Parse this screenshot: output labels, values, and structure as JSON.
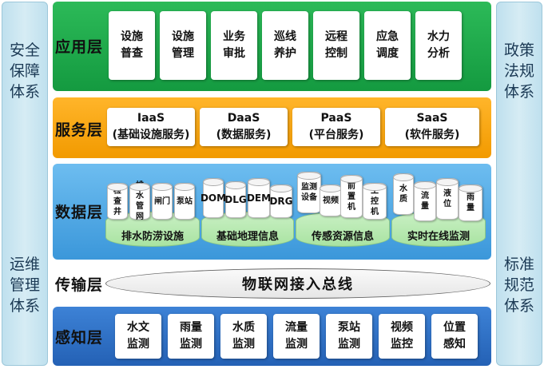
{
  "side_left": {
    "top": [
      "安",
      "全",
      "保",
      "障",
      "体",
      "系"
    ],
    "bottom": [
      "运",
      "维",
      "管",
      "理",
      "体",
      "系"
    ]
  },
  "side_right": {
    "top": [
      "政",
      "策",
      "法",
      "规",
      "体",
      "系"
    ],
    "bottom": [
      "标",
      "准",
      "规",
      "范",
      "体",
      "系"
    ]
  },
  "application": {
    "name": "应用层",
    "items": [
      {
        "l1": "设施",
        "l2": "普查"
      },
      {
        "l1": "设施",
        "l2": "管理"
      },
      {
        "l1": "业务",
        "l2": "审批"
      },
      {
        "l1": "巡线",
        "l2": "养护"
      },
      {
        "l1": "远程",
        "l2": "控制"
      },
      {
        "l1": "应急",
        "l2": "调度"
      },
      {
        "l1": "水力",
        "l2": "分析"
      }
    ]
  },
  "service": {
    "name": "服务层",
    "items": [
      {
        "l1": "IaaS",
        "l2": "(基础设施服务)"
      },
      {
        "l1": "DaaS",
        "l2": "(数据服务)"
      },
      {
        "l1": "PaaS",
        "l2": "(平台服务)"
      },
      {
        "l1": "SaaS",
        "l2": "(软件服务)"
      }
    ]
  },
  "data": {
    "name": "数据层",
    "groups": [
      {
        "label": "排水防涝设施",
        "cyls": [
          {
            "t": "检查井"
          },
          {
            "t": "排水管网"
          },
          {
            "t": "闸门"
          },
          {
            "t": "泵站"
          }
        ]
      },
      {
        "label": "基础地理信息",
        "cyls": [
          {
            "t": "DOM"
          },
          {
            "t": "DLG"
          },
          {
            "t": "DEM"
          },
          {
            "t": "DRG"
          }
        ]
      },
      {
        "label": "传感资源信息",
        "cyls": [
          {
            "t": "监测设备"
          },
          {
            "t": "视频"
          },
          {
            "t": "前置机"
          },
          {
            "t": "工控机"
          }
        ]
      },
      {
        "label": "实时在线监测",
        "cyls": [
          {
            "t": "水质"
          },
          {
            "t": "流量"
          },
          {
            "t": "液位"
          },
          {
            "t": "雨量"
          }
        ]
      }
    ]
  },
  "transport": {
    "name": "传输层",
    "bus": "物联网接入总线"
  },
  "perception": {
    "name": "感知层",
    "items": [
      {
        "l1": "水文",
        "l2": "监测"
      },
      {
        "l1": "雨量",
        "l2": "监测"
      },
      {
        "l1": "水质",
        "l2": "监测"
      },
      {
        "l1": "流量",
        "l2": "监测"
      },
      {
        "l1": "泵站",
        "l2": "监测"
      },
      {
        "l1": "视频",
        "l2": "监控"
      },
      {
        "l1": "位置",
        "l2": "感知"
      }
    ]
  },
  "colors": {
    "application": "#1aa84a",
    "service": "#f5a10e",
    "data": "#4aa3df",
    "perception": "#2f6fc2",
    "side": "#c7e4f0"
  }
}
